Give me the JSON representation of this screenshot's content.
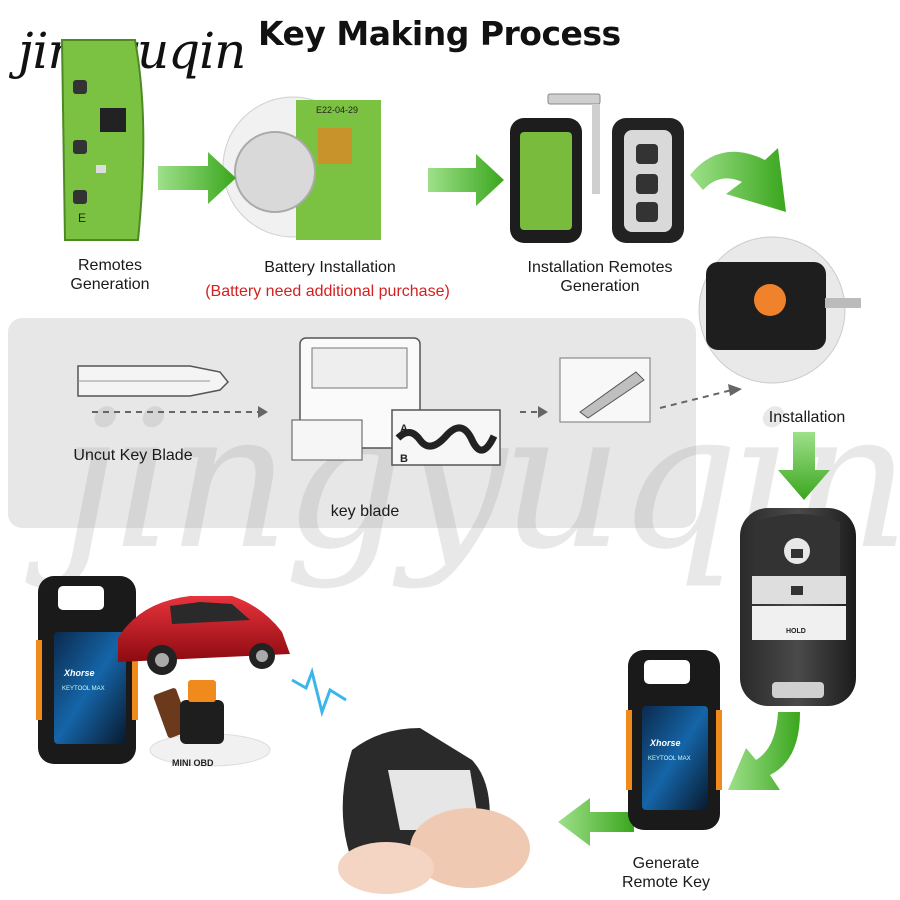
{
  "header": {
    "title": "Key Making Process",
    "brand": "jingyuqin"
  },
  "steps": {
    "remotes_generation": "Remotes\nGeneration",
    "battery_installation": "Battery Installation",
    "battery_note": "(Battery need additional purchase)",
    "installation_remotes_generation": "Installation Remotes\nGeneration",
    "installation": "Installation",
    "uncut_key_blade": "Uncut Key  Blade",
    "key_blade": "key blade",
    "generate_remote_key": "Generate\nRemote Key"
  },
  "battery_text": "E22-04-29",
  "key_fob": {
    "hold_label": "HOLD"
  },
  "device": {
    "brand": "Xhorse",
    "model": "KEYTOOL MAX"
  },
  "mini_obd": "MINI OBD",
  "cut_diagram": {
    "row_a": "A",
    "row_b": "B"
  },
  "watermark": "jingyuqin",
  "colors": {
    "arrow_green": "#4fb82d",
    "note_red": "#d32020",
    "panel_gray": "#e7e7e7",
    "device_orange": "#f08a1c",
    "car_red": "#c8101a"
  }
}
